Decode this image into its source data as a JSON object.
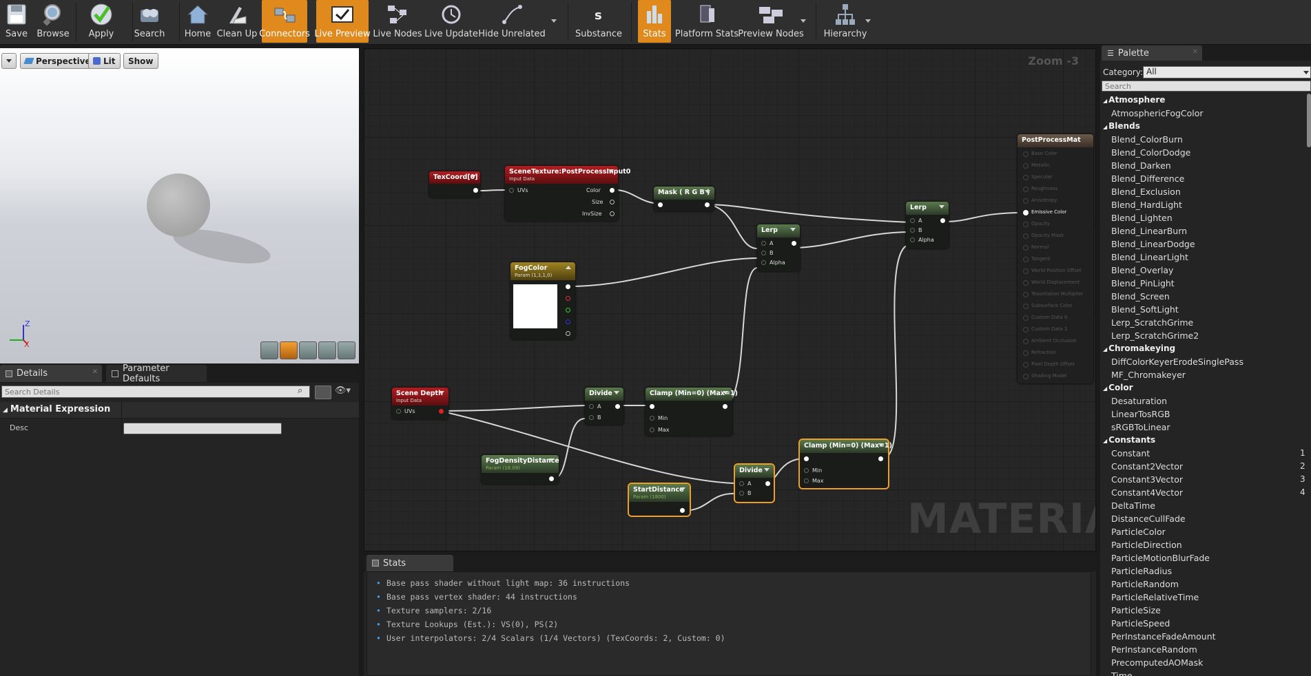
{
  "toolbar": {
    "items": [
      {
        "label": "Save",
        "icon": "save-icon"
      },
      {
        "label": "Browse",
        "icon": "browse-icon"
      },
      {
        "label": "Apply",
        "icon": "apply-check-icon"
      },
      {
        "label": "Search",
        "icon": "search-icon"
      },
      {
        "label": "Home",
        "icon": "home-icon"
      },
      {
        "label": "Clean Up",
        "icon": "clean-up-icon"
      },
      {
        "label": "Connectors",
        "icon": "connectors-icon",
        "active": true
      },
      {
        "label": "Live Preview",
        "icon": "live-preview-icon",
        "active": true
      },
      {
        "label": "Live Nodes",
        "icon": "live-nodes-icon"
      },
      {
        "label": "Live Update",
        "icon": "live-update-icon"
      },
      {
        "label": "Hide Unrelated",
        "icon": "hide-unrelated-icon"
      },
      {
        "label": "Substance",
        "icon": "substance-icon"
      },
      {
        "label": "Stats",
        "icon": "stats-icon",
        "active": true
      },
      {
        "label": "Platform Stats",
        "icon": "platform-stats-icon"
      },
      {
        "label": "Preview Nodes",
        "icon": "preview-nodes-icon"
      },
      {
        "label": "Hierarchy",
        "icon": "hierarchy-icon"
      }
    ]
  },
  "viewport": {
    "perspective": "Perspective",
    "lit": "Lit",
    "show": "Show",
    "axis_z": "Z",
    "axis_x": "X"
  },
  "details": {
    "tab1": "Details",
    "tab2": "Parameter Defaults",
    "search_placeholder": "Search Details",
    "section": "Material Expression",
    "desc_label": "Desc",
    "desc_value": ""
  },
  "graph": {
    "zoom": "Zoom -3",
    "watermark": "MATERIAL",
    "nodes": {
      "texcoord": {
        "title": "TexCoord[0]"
      },
      "scenetex": {
        "title": "SceneTexture:PostProcessInput0",
        "sub": "Input Data",
        "in_uvs": "UVs",
        "out_color": "Color",
        "out_size": "Size",
        "out_invsize": "InvSize"
      },
      "mask": {
        "title": "Mask ( R G B )"
      },
      "lerp1": {
        "title": "Lerp",
        "a": "A",
        "b": "B",
        "alpha": "Alpha"
      },
      "lerp2": {
        "title": "Lerp",
        "a": "A",
        "b": "B",
        "alpha": "Alpha"
      },
      "fogcolor": {
        "title": "FogColor",
        "sub": "Param (1,1,1,0)"
      },
      "scenedepth": {
        "title": "Scene Depth",
        "sub": "Input Data",
        "uvs": "UVs"
      },
      "divide1": {
        "title": "Divide",
        "a": "A",
        "b": "B"
      },
      "clamp1": {
        "title": "Clamp (Min=0) (Max=1)",
        "min": "Min",
        "max": "Max"
      },
      "fogdensity": {
        "title": "FogDensityDistance",
        "sub": "Param (18.09)"
      },
      "startdist": {
        "title": "StartDistance",
        "sub": "Param (1800)"
      },
      "divide2": {
        "title": "Divide",
        "a": "A",
        "b": "B"
      },
      "clamp2": {
        "title": "Clamp (Min=0) (Max=1)",
        "min": "Min",
        "max": "Max"
      },
      "postprocess": {
        "title": "PostProcessMat",
        "pins": [
          "Base Color",
          "Metallic",
          "Specular",
          "Roughness",
          "Anisotropy",
          "Emissive Color",
          "Opacity",
          "Opacity Mask",
          "Normal",
          "Tangent",
          "World Position Offset",
          "World Displacement",
          "Tessellation Multiplier",
          "Subsurface Color",
          "Custom Data 0",
          "Custom Data 1",
          "Ambient Occlusion",
          "Refraction",
          "Pixel Depth Offset",
          "Shading Model"
        ]
      }
    }
  },
  "palette": {
    "title": "Palette",
    "category_label": "Category:",
    "category_value": "All",
    "search_placeholder": "Search",
    "groups": [
      {
        "name": "Atmosphere",
        "items": [
          "AtmosphericFogColor"
        ]
      },
      {
        "name": "Blends",
        "items": [
          "Blend_ColorBurn",
          "Blend_ColorDodge",
          "Blend_Darken",
          "Blend_Difference",
          "Blend_Exclusion",
          "Blend_HardLight",
          "Blend_Lighten",
          "Blend_LinearBurn",
          "Blend_LinearDodge",
          "Blend_LinearLight",
          "Blend_Overlay",
          "Blend_PinLight",
          "Blend_Screen",
          "Blend_SoftLight",
          "Lerp_ScratchGrime",
          "Lerp_ScratchGrime2"
        ]
      },
      {
        "name": "Chromakeying",
        "items": [
          "DiffColorKeyerErodeSinglePass",
          "MF_Chromakeyer"
        ]
      },
      {
        "name": "Color",
        "items": [
          "Desaturation",
          "LinearTosRGB",
          "sRGBToLinear"
        ]
      },
      {
        "name": "Constants",
        "items": [
          "Constant",
          "Constant2Vector",
          "Constant3Vector",
          "Constant4Vector",
          "DeltaTime",
          "DistanceCullFade",
          "ParticleColor",
          "ParticleDirection",
          "ParticleMotionBlurFade",
          "ParticleRadius",
          "ParticleRandom",
          "ParticleRelativeTime",
          "ParticleSize",
          "ParticleSpeed",
          "PerInstanceFadeAmount",
          "PerInstanceRandom",
          "PrecomputedAOMask",
          "Time"
        ]
      }
    ],
    "hotkeys": [
      "1",
      "2",
      "3",
      "4"
    ]
  },
  "stats": {
    "tab": "Stats",
    "lines": [
      "Base pass shader without light map: 36 instructions",
      "Base pass vertex shader: 44 instructions",
      "Texture samplers: 2/16",
      "Texture Lookups (Est.): VS(0), PS(2)",
      "User interpolators: 2/4 Scalars (1/4 Vectors) (TexCoords: 2, Custom: 0)"
    ]
  },
  "colors": {
    "accent": "#e08a1e",
    "bullet": "#3aa6ff",
    "param_node": "#a08420",
    "input_node": "#b41c20",
    "math_node": "#5a7a4c"
  }
}
